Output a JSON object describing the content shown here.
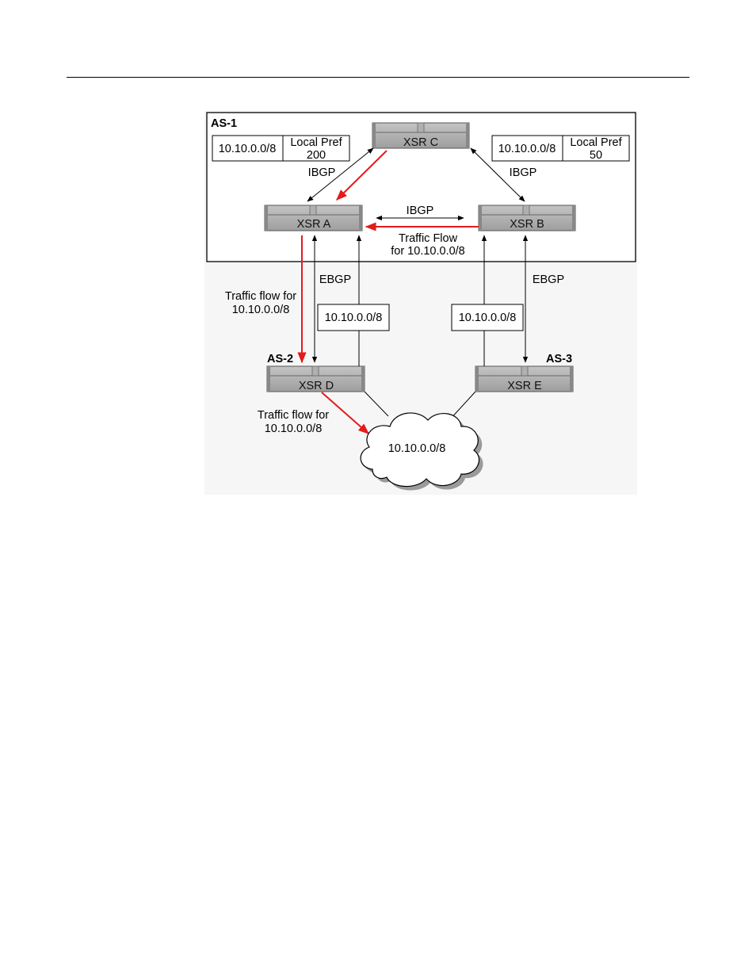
{
  "diagram": {
    "as_labels": {
      "as1": "AS-1",
      "as2": "AS-2",
      "as3": "AS-3"
    },
    "routers": {
      "a": "XSR A",
      "b": "XSR B",
      "c": "XSR C",
      "d": "XSR D",
      "e": "XSR E"
    },
    "pref_left": {
      "prefix": "10.10.0.0/8",
      "line1": "Local Pref",
      "line2": "200"
    },
    "pref_right": {
      "prefix": "10.10.0.0/8",
      "line1": "Local Pref",
      "line2": "50"
    },
    "ibgp_ca": "IBGP",
    "ibgp_cb": "IBGP",
    "ibgp_ab": "IBGP",
    "traffic_flow_ab": {
      "line1": "Traffic Flow",
      "line2": "for 10.10.0.0/8"
    },
    "ebgp_left": "EBGP",
    "ebgp_right": "EBGP",
    "traffic_flow_ad": {
      "line1": "Traffic flow for",
      "line2": "10.10.0.0/8"
    },
    "traffic_flow_dcloud": {
      "line1": "Traffic flow for",
      "line2": "10.10.0.0/8"
    },
    "advert_left": "10.10.0.0/8",
    "advert_right": "10.10.0.0/8",
    "cloud": "10.10.0.0/8",
    "colors": {
      "traffic": "#e31b1b",
      "router_fill": "#a6a6a6",
      "router_top": "#c8c8c8",
      "background_area": "#f5f5f5"
    }
  }
}
